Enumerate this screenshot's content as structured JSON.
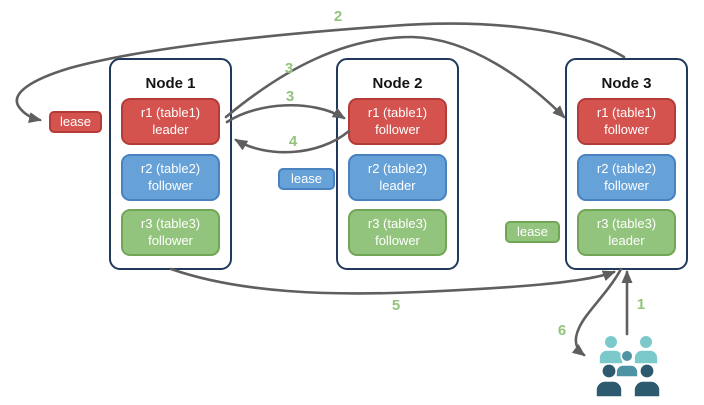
{
  "nodes": [
    {
      "title": "Node 1",
      "replicas": [
        {
          "name": "r1 (table1)",
          "role": "leader"
        },
        {
          "name": "r2 (table2)",
          "role": "follower"
        },
        {
          "name": "r3 (table3)",
          "role": "follower"
        }
      ]
    },
    {
      "title": "Node 2",
      "replicas": [
        {
          "name": "r1 (table1)",
          "role": "follower"
        },
        {
          "name": "r2 (table2)",
          "role": "leader"
        },
        {
          "name": "r3 (table3)",
          "role": "follower"
        }
      ]
    },
    {
      "title": "Node 3",
      "replicas": [
        {
          "name": "r1 (table1)",
          "role": "follower"
        },
        {
          "name": "r2 (table2)",
          "role": "follower"
        },
        {
          "name": "r3 (table3)",
          "role": "leader"
        }
      ]
    }
  ],
  "leases": [
    {
      "label": "lease",
      "color": "#d5534f"
    },
    {
      "label": "lease",
      "color": "#66a1d8"
    },
    {
      "label": "lease",
      "color": "#93c47d"
    }
  ],
  "step_labels": {
    "s1": "1",
    "s2": "2",
    "s3a": "3",
    "s3b": "3",
    "s4": "4",
    "s5": "5",
    "s6": "6"
  },
  "icons": {
    "users": "users-group-icon"
  },
  "colors": {
    "replica_red": "#d5534f",
    "replica_blue": "#66a1d8",
    "replica_green": "#93c47d",
    "node_border": "#20395c",
    "arrow": "#5f5f5f",
    "step_label_green": "#93c47d",
    "users_light_teal": "#7cc9cc",
    "users_mid_teal": "#4e93a3",
    "users_dark_teal": "#2d5a6e"
  }
}
